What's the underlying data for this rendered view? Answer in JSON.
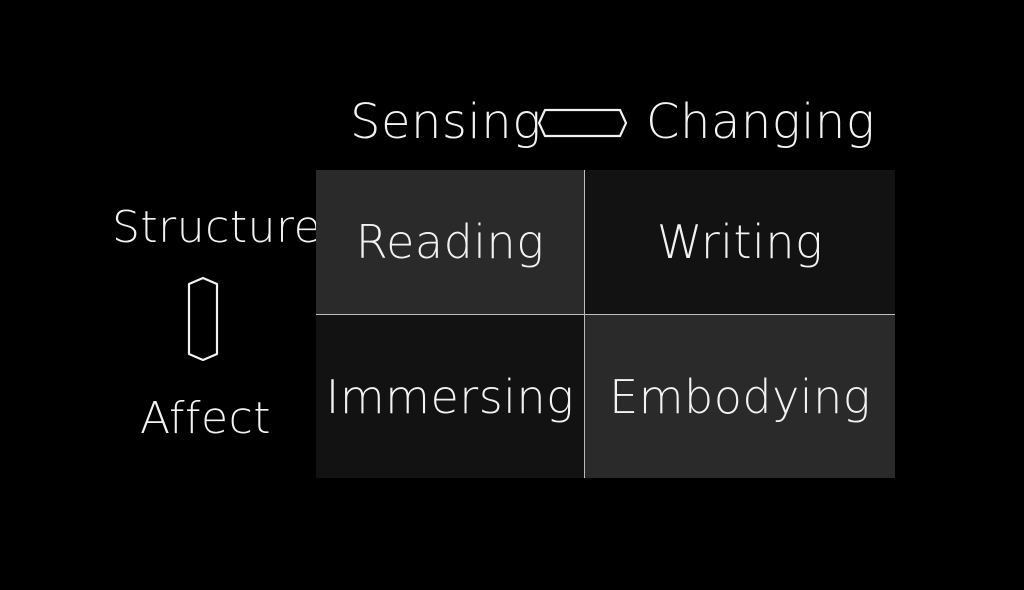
{
  "horizontal_axis": {
    "left_label": "Sensing",
    "right_label": "Changing",
    "icon": "horizontal-double-arrow-icon"
  },
  "vertical_axis": {
    "top_label": "Structure",
    "bottom_label": "Affect",
    "icon": "vertical-double-arrow-icon"
  },
  "grid": {
    "cells": [
      {
        "label": "Reading",
        "fill": "#2a2a2a"
      },
      {
        "label": "Writing",
        "fill": "#121212"
      },
      {
        "label": "Immersing",
        "fill": "#121212"
      },
      {
        "label": "Embodying",
        "fill": "#2a2a2a"
      }
    ]
  },
  "colors": {
    "background": "#000000",
    "text": "#f2f2f2",
    "divider": "#bdbdbd"
  }
}
